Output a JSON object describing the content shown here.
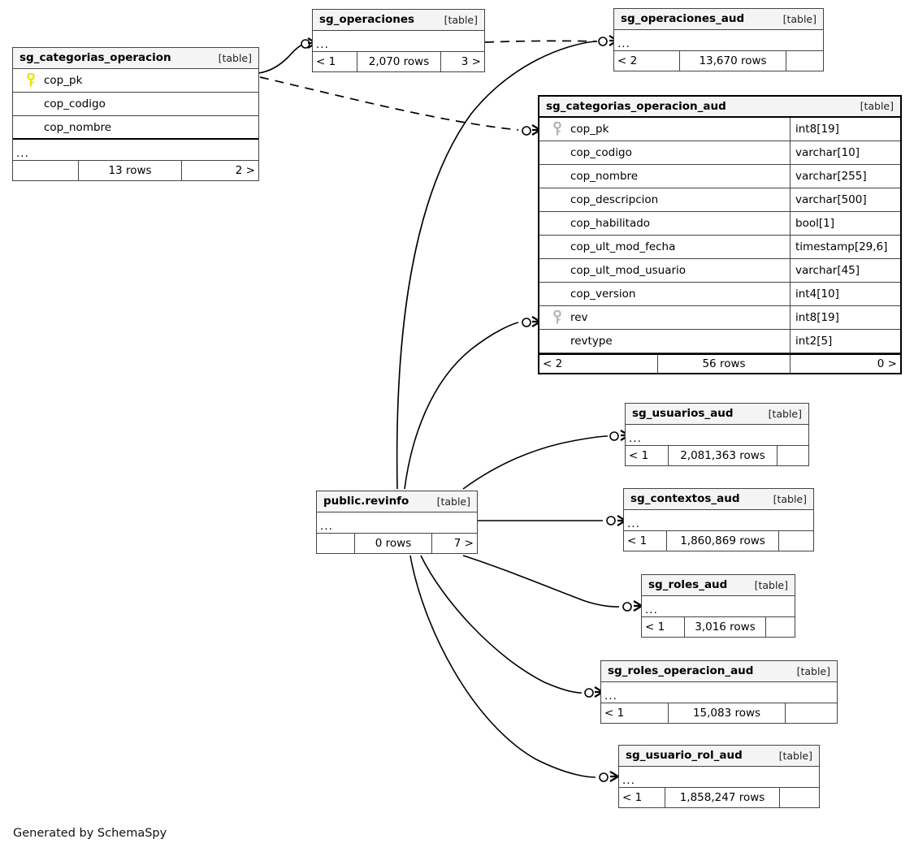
{
  "diagram": {
    "generator_note": "Generated by SchemaSpy",
    "table_kind_label": "[table]",
    "ellipsis": "..."
  },
  "icons": {
    "pk_key_primary": "key-icon",
    "pk_key_secondary": "key-icon",
    "crowsfoot": "crows-foot-icon",
    "circle_cardinality": "zero-cardinality-icon"
  },
  "colors": {
    "key_primary": "#e5e500",
    "key_secondary": "#b3b3b3",
    "table_header_bg": "#f4f4f4",
    "border": "#444444",
    "border_emphasis": "#000000",
    "edge": "#000000",
    "background": "#ffffff"
  },
  "tables": [
    {
      "id": "sg_categorias_operacion",
      "name": "sg_categorias_operacion",
      "kind": "[table]",
      "emphasis": false,
      "columns": [
        {
          "key": "primary",
          "name": "cop_pk",
          "type": ""
        },
        {
          "key": "none",
          "name": "cop_codigo",
          "type": ""
        },
        {
          "key": "none",
          "name": "cop_nombre",
          "type": ""
        }
      ],
      "has_ellipsis_row": true,
      "footer": {
        "left": "",
        "mid": "13 rows",
        "right": "2 >"
      }
    },
    {
      "id": "sg_operaciones",
      "name": "sg_operaciones",
      "kind": "[table]",
      "emphasis": false,
      "columns": [],
      "has_ellipsis_row": true,
      "footer": {
        "left": "< 1",
        "mid": "2,070 rows",
        "right": "3 >"
      }
    },
    {
      "id": "sg_operaciones_aud",
      "name": "sg_operaciones_aud",
      "kind": "[table]",
      "emphasis": false,
      "columns": [],
      "has_ellipsis_row": true,
      "footer": {
        "left": "< 2",
        "mid": "13,670 rows",
        "right": ""
      }
    },
    {
      "id": "sg_categorias_operacion_aud",
      "name": "sg_categorias_operacion_aud",
      "kind": "[table]",
      "emphasis": true,
      "columns": [
        {
          "key": "secondary",
          "name": "cop_pk",
          "type": "int8[19]"
        },
        {
          "key": "none",
          "name": "cop_codigo",
          "type": "varchar[10]"
        },
        {
          "key": "none",
          "name": "cop_nombre",
          "type": "varchar[255]"
        },
        {
          "key": "none",
          "name": "cop_descripcion",
          "type": "varchar[500]"
        },
        {
          "key": "none",
          "name": "cop_habilitado",
          "type": "bool[1]"
        },
        {
          "key": "none",
          "name": "cop_ult_mod_fecha",
          "type": "timestamp[29,6]"
        },
        {
          "key": "none",
          "name": "cop_ult_mod_usuario",
          "type": "varchar[45]"
        },
        {
          "key": "none",
          "name": "cop_version",
          "type": "int4[10]"
        },
        {
          "key": "secondary",
          "name": "rev",
          "type": "int8[19]"
        },
        {
          "key": "none",
          "name": "revtype",
          "type": "int2[5]"
        }
      ],
      "has_ellipsis_row": false,
      "footer": {
        "left": "< 2",
        "mid": "56 rows",
        "right": "0 >"
      }
    },
    {
      "id": "sg_usuarios_aud",
      "name": "sg_usuarios_aud",
      "kind": "[table]",
      "emphasis": false,
      "columns": [],
      "has_ellipsis_row": true,
      "footer": {
        "left": "< 1",
        "mid": "2,081,363 rows",
        "right": ""
      }
    },
    {
      "id": "public.revinfo",
      "name": "public.revinfo",
      "kind": "[table]",
      "emphasis": false,
      "columns": [],
      "has_ellipsis_row": true,
      "footer": {
        "left": "",
        "mid": "0 rows",
        "right": "7 >"
      }
    },
    {
      "id": "sg_contextos_aud",
      "name": "sg_contextos_aud",
      "kind": "[table]",
      "emphasis": false,
      "columns": [],
      "has_ellipsis_row": true,
      "footer": {
        "left": "< 1",
        "mid": "1,860,869 rows",
        "right": ""
      }
    },
    {
      "id": "sg_roles_aud",
      "name": "sg_roles_aud",
      "kind": "[table]",
      "emphasis": false,
      "columns": [],
      "has_ellipsis_row": true,
      "footer": {
        "left": "< 1",
        "mid": "3,016 rows",
        "right": ""
      }
    },
    {
      "id": "sg_roles_operacion_aud",
      "name": "sg_roles_operacion_aud",
      "kind": "[table]",
      "emphasis": false,
      "columns": [],
      "has_ellipsis_row": true,
      "footer": {
        "left": "< 1",
        "mid": "15,083 rows",
        "right": ""
      }
    },
    {
      "id": "sg_usuario_rol_aud",
      "name": "sg_usuario_rol_aud",
      "kind": "[table]",
      "emphasis": false,
      "columns": [],
      "has_ellipsis_row": true,
      "footer": {
        "left": "< 1",
        "mid": "1,858,247 rows",
        "right": ""
      }
    }
  ],
  "relationships": [
    {
      "from": "sg_categorias_operacion",
      "to": "sg_operaciones",
      "style": "solid"
    },
    {
      "from": "sg_categorias_operacion",
      "to": "sg_categorias_operacion_aud",
      "style": "dashed"
    },
    {
      "from": "sg_categorias_operacion",
      "to": "sg_operaciones_aud",
      "style": "dashed"
    },
    {
      "from": "public.revinfo",
      "to": "sg_operaciones_aud",
      "style": "solid"
    },
    {
      "from": "public.revinfo",
      "to": "sg_categorias_operacion_aud",
      "style": "solid"
    },
    {
      "from": "public.revinfo",
      "to": "sg_usuarios_aud",
      "style": "solid"
    },
    {
      "from": "public.revinfo",
      "to": "sg_contextos_aud",
      "style": "solid"
    },
    {
      "from": "public.revinfo",
      "to": "sg_roles_aud",
      "style": "solid"
    },
    {
      "from": "public.revinfo",
      "to": "sg_roles_operacion_aud",
      "style": "solid"
    },
    {
      "from": "public.revinfo",
      "to": "sg_usuario_rol_aud",
      "style": "solid"
    }
  ]
}
